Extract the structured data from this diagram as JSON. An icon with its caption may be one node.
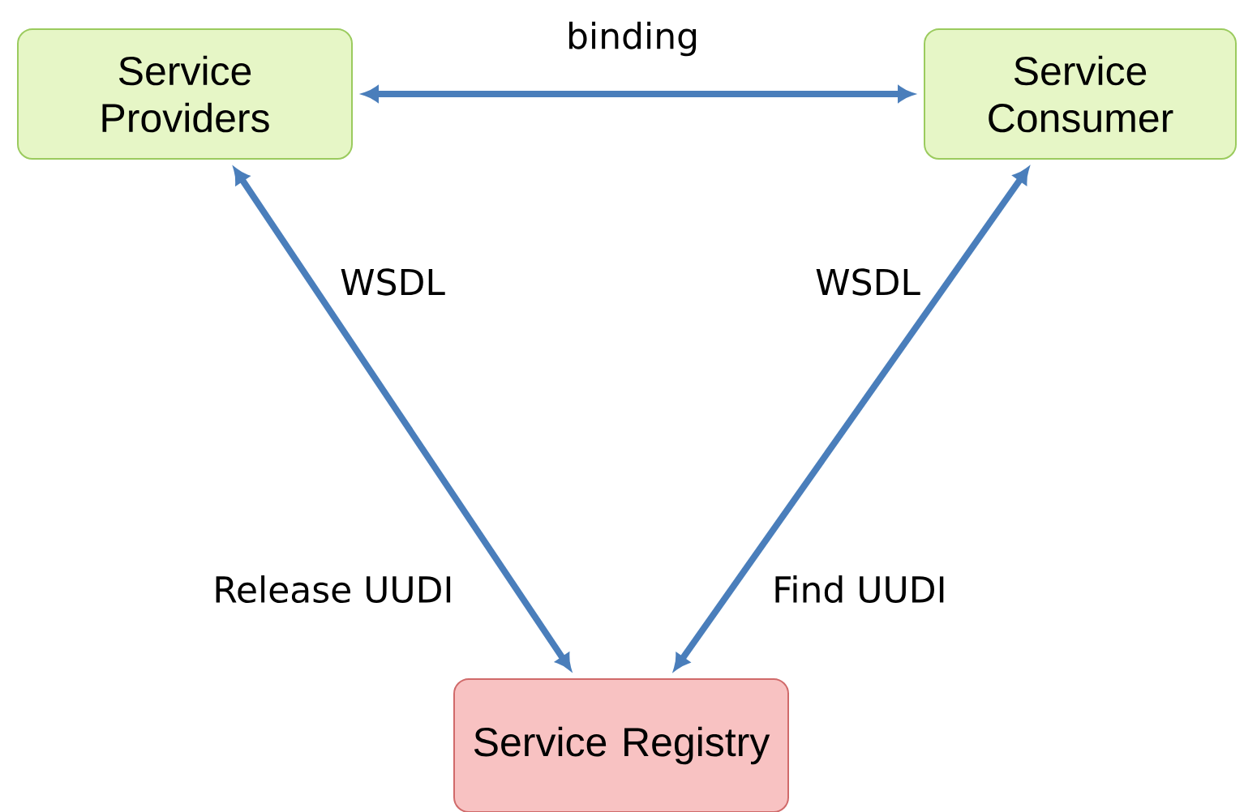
{
  "diagram": {
    "nodes": [
      {
        "text": [
          "Service Providers"
        ]
      },
      {
        "text": [
          "Service Consumer"
        ]
      },
      {
        "text": [
          "Service Registry"
        ]
      }
    ],
    "edges": [
      {
        "from": 0,
        "to": 1,
        "arrow": "both",
        "label": "binding"
      },
      {
        "from": 0,
        "to": 2,
        "arrow": "both",
        "label": "Release UUDI"
      },
      {
        "from": 1,
        "to": 2,
        "arrow": "both",
        "label": "Find UUDI"
      }
    ],
    "labels": [
      "WSDL",
      "WSDL"
    ]
  }
}
